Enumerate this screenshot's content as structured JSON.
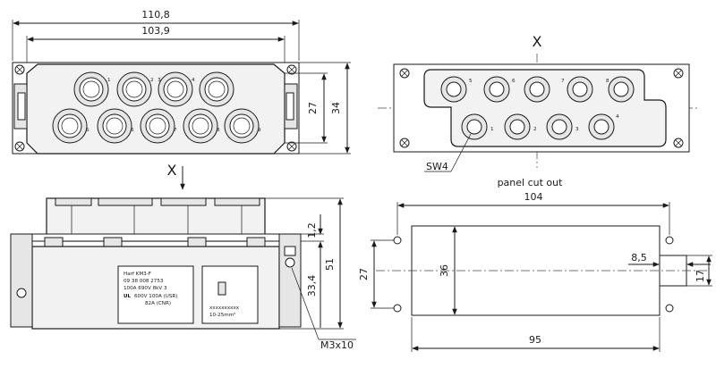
{
  "front_view": {
    "dims": {
      "overall_width": "110,8",
      "inner_width": "103,9",
      "height_inner": "27",
      "height_outer": "34"
    },
    "contact_numbers": [
      "1",
      "2",
      "3",
      "4",
      "5",
      "6",
      "7",
      "8",
      "9"
    ]
  },
  "side_view": {
    "section_marker": "X",
    "dims": {
      "top_offset": "1,2",
      "overall_height": "51",
      "lower_height": "33,4"
    },
    "screw_label": "M3x10",
    "label_left": [
      "Harf KM3-F",
      "09 38 008 2753",
      "100A 690V 8kV 3",
      "600V 100A (USR)",
      "82A (CNR)"
    ],
    "label_left_mark": "UL",
    "label_right": [
      "xxxxxxxxxx",
      "10-25mm²"
    ]
  },
  "rear_view": {
    "section_marker": "X",
    "contact_numbers": [
      "1",
      "2",
      "3",
      "4",
      "5",
      "6",
      "7",
      "8"
    ],
    "wrench_label": "SW4"
  },
  "panel_cutout": {
    "title": "panel cut out",
    "dims": {
      "top_width": "104",
      "bottom_width": "95",
      "left_height": "27",
      "inner_height": "36",
      "notch_width": "8,5",
      "notch_height": "17"
    }
  }
}
